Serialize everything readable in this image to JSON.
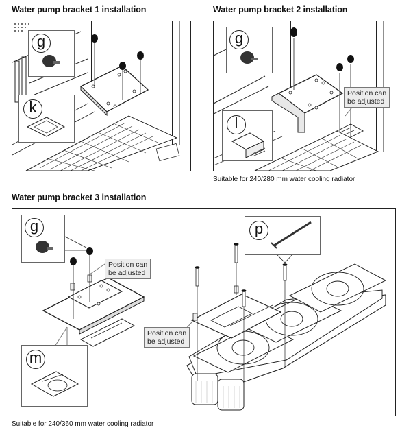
{
  "sections": [
    {
      "title": "Water pump bracket 1 installation",
      "parts": [
        "g",
        "k"
      ],
      "caption": ""
    },
    {
      "title": "Water pump bracket 2 installation",
      "parts": [
        "g",
        "l"
      ],
      "callout": "Position can be adjusted",
      "callout_lines": [
        "Position can",
        "be adjusted"
      ],
      "caption": "Suitable for 240/280 mm water cooling radiator"
    },
    {
      "title": "Water pump bracket 3 installation",
      "parts": [
        "g",
        "m",
        "p"
      ],
      "callouts": [
        {
          "lines": [
            "Position can",
            "be adjusted"
          ]
        },
        {
          "lines": [
            "Position can",
            "be adjusted"
          ]
        }
      ],
      "caption": "Suitable for 240/360 mm water cooling radiator"
    }
  ],
  "icons": {
    "thumbscrew": "thumbscrew-icon",
    "long_screw": "long-screw-icon",
    "fan": "fan-icon"
  }
}
